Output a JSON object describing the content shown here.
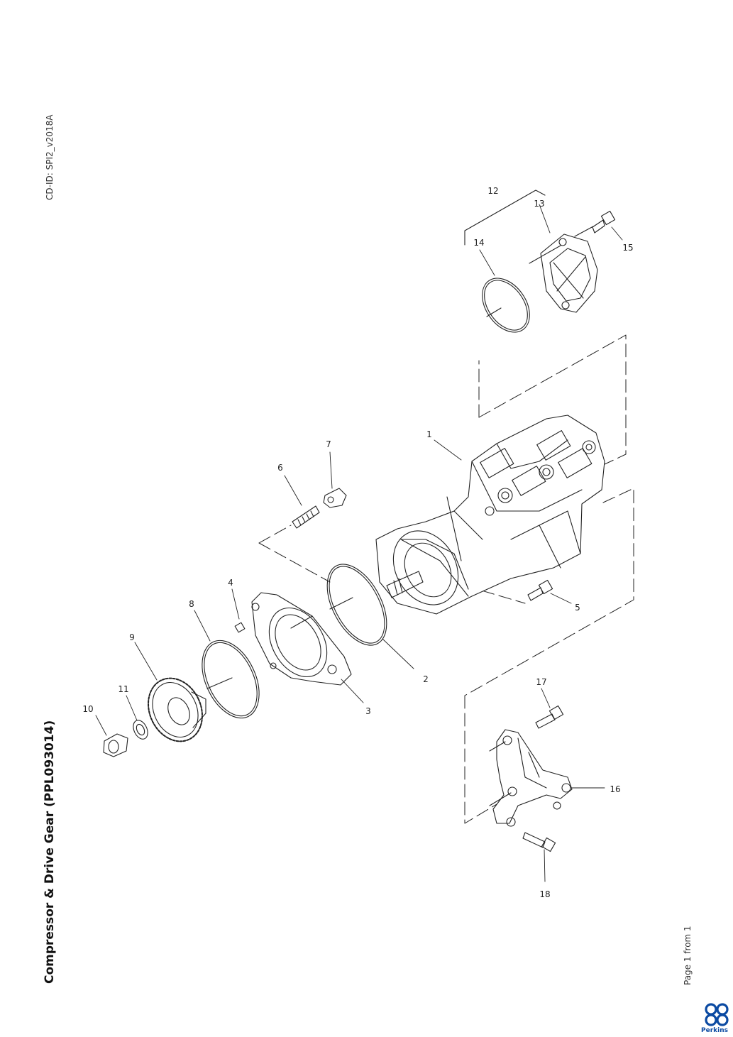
{
  "document": {
    "cd_id": "CD-ID: SPI2_v2018A",
    "title": "Compressor & Drive Gear (PPL093014)",
    "page_label": "Page 1 from 1",
    "brand": "Perkins",
    "brand_color": "#0b4aa2"
  },
  "callouts": {
    "c1": "1",
    "c2": "2",
    "c3": "3",
    "c4": "4",
    "c5": "5",
    "c6": "6",
    "c7": "7",
    "c8": "8",
    "c9": "9",
    "c10": "10",
    "c11": "11",
    "c12": "12",
    "c13": "13",
    "c14": "14",
    "c15": "15",
    "c16": "16",
    "c17": "17",
    "c18": "18"
  }
}
